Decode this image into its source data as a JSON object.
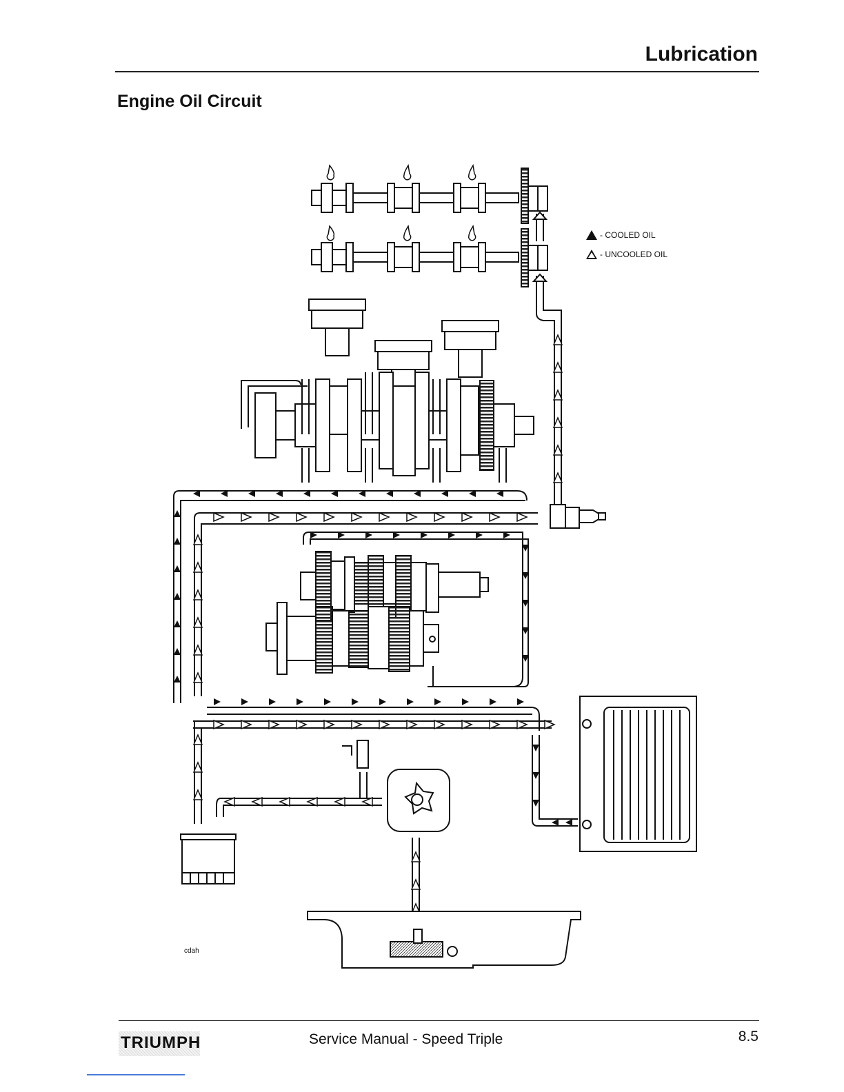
{
  "header": {
    "section": "Lubrication",
    "heading": "Engine Oil Circuit"
  },
  "legend": {
    "cooled": "- COOLED OIL",
    "uncooled": "- UNCOOLED OIL"
  },
  "figure": {
    "code": "cdah"
  },
  "footer": {
    "brand": "TRIUMPH",
    "title": "Service Manual - Speed Triple",
    "page": "8.5"
  }
}
